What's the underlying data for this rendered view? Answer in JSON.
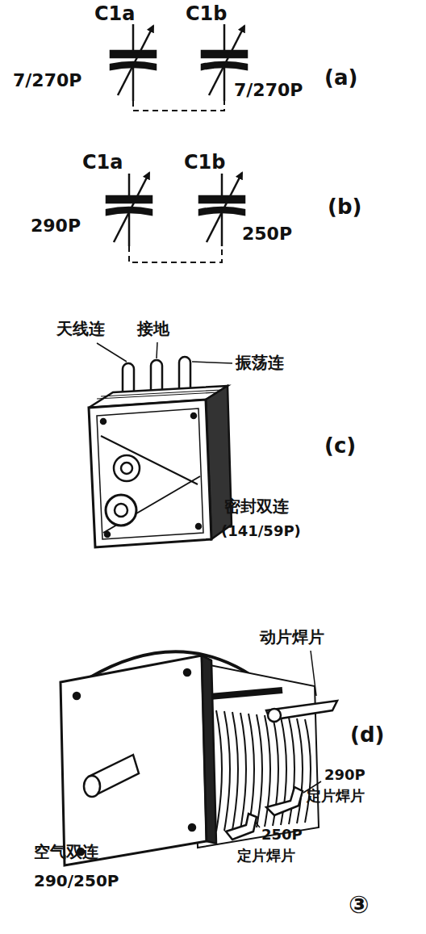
{
  "diagram": {
    "labels": [
      "C1a",
      "C1b",
      "7/270P",
      "7/270P",
      "(a)",
      "C1a",
      "C1b",
      "290P",
      "250P",
      "(b)",
      "天线连",
      "接地",
      "振荡连",
      "(c)",
      "密封双连",
      "(141/59P)",
      "动片焊片",
      "(d)",
      "290P",
      "定片焊片",
      "250P",
      "定片焊片",
      "空气双连",
      "290/250P",
      "③"
    ]
  }
}
